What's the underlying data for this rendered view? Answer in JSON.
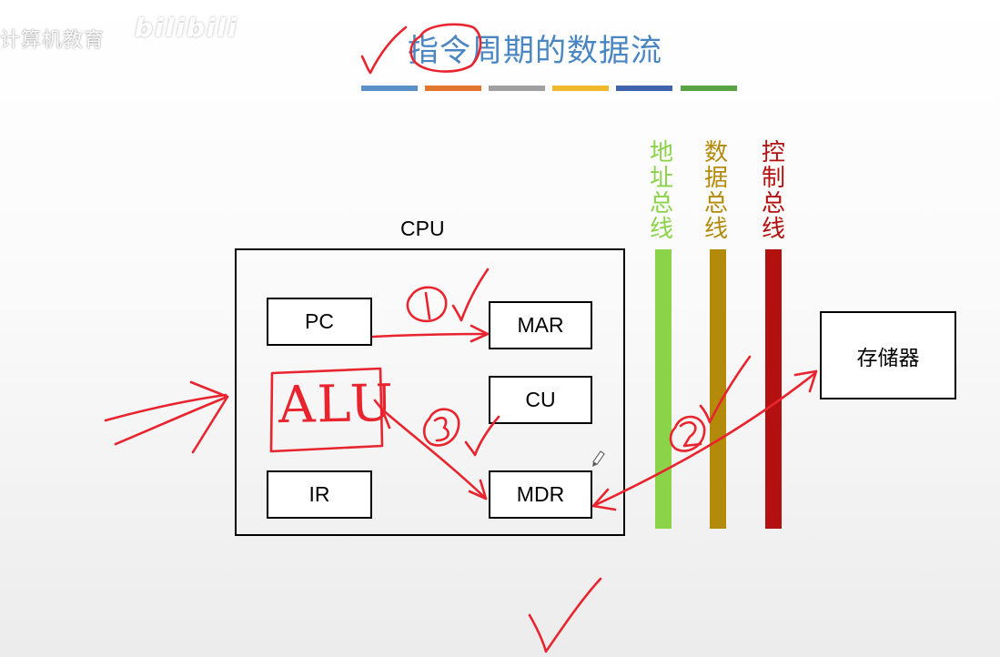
{
  "watermark": {
    "text": "计算机教育",
    "logo": "bilibili"
  },
  "title": "指令周期的数据流",
  "title_bar_colors": [
    "#5b8fc7",
    "#e2762f",
    "#a0a0a0",
    "#f0b92b",
    "#3f63ad",
    "#5aa246"
  ],
  "cpu": {
    "label": "CPU",
    "registers": {
      "pc": "PC",
      "mar": "MAR",
      "cu": "CU",
      "ir": "IR",
      "mdr": "MDR",
      "alu": "ALU"
    }
  },
  "buses": {
    "address": {
      "label": "地址总线",
      "color": "#8bd349"
    },
    "data": {
      "label": "数据总线",
      "color": "#b38a0a"
    },
    "control": {
      "label": "控制总线",
      "color": "#b31010"
    }
  },
  "memory": {
    "label": "存储器"
  },
  "annotations": {
    "step1": "1",
    "step2": "2",
    "step3": "3",
    "ink_color": "#e8242e"
  },
  "icons": {
    "pen": "pen-cursor-icon"
  }
}
